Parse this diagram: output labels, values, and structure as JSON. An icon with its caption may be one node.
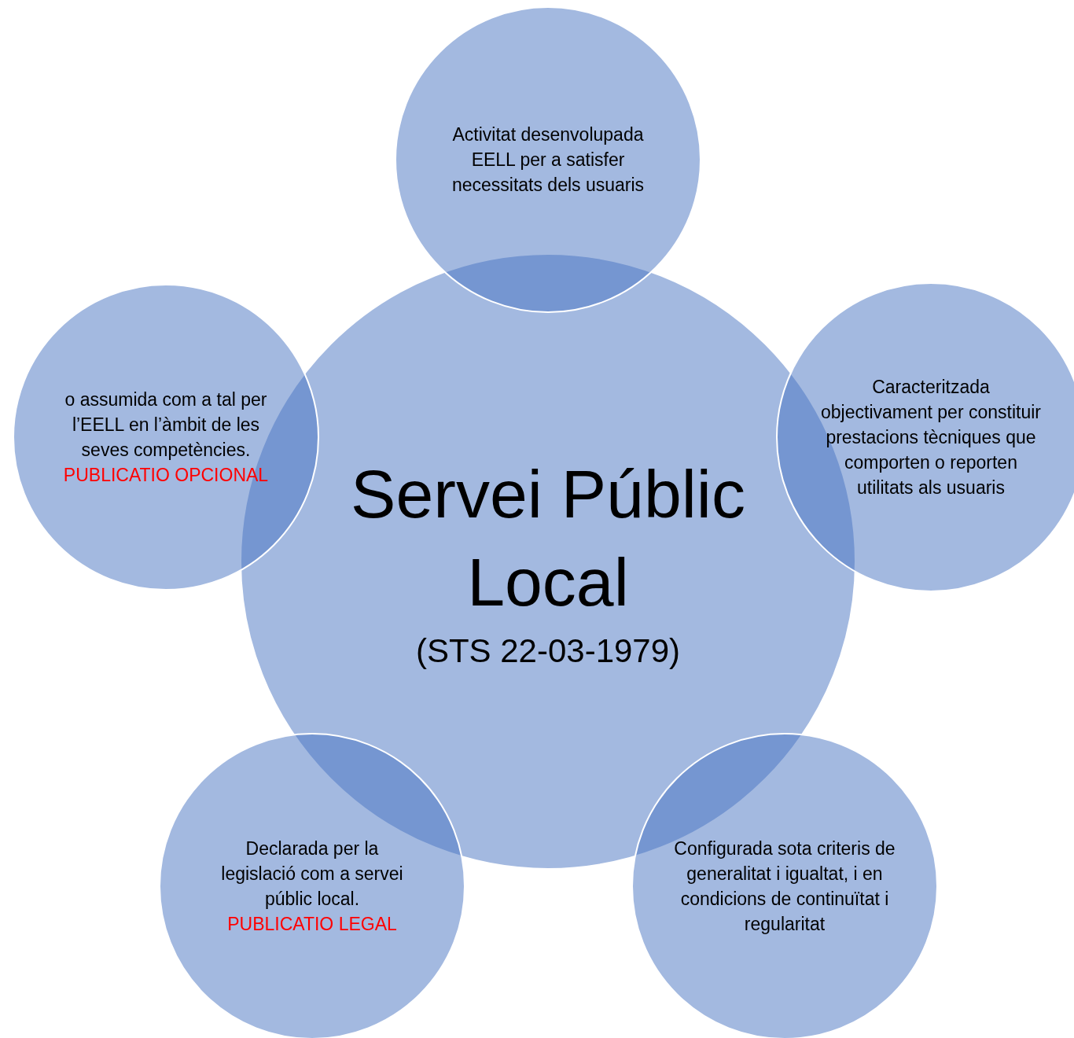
{
  "diagram": {
    "nodes": [
      {
        "text": [
          "Servei Públic Local",
          "(STS 22-03-1979)"
        ]
      },
      {
        "text": [
          "Activitat desenvolupada EELL per a satisfer necessitats dels usuaris"
        ]
      },
      {
        "text": [
          "Caracteritzada objectivament per constituir prestacions tècniques que comporten o reporten utilitats als usuaris"
        ]
      },
      {
        "text": [
          "Configurada sota criteris de generalitat i igualtat, i en condicions de continuïtat i regularitat"
        ]
      },
      {
        "text": [
          "Declarada per la legislació com a servei públic local.",
          "PUBLICATIO LEGAL"
        ]
      },
      {
        "text": [
          "o assumida com a tal per l’EELL en l’àmbit de les seves competències.",
          "PUBLICATIO OPCIONAL"
        ]
      }
    ]
  }
}
